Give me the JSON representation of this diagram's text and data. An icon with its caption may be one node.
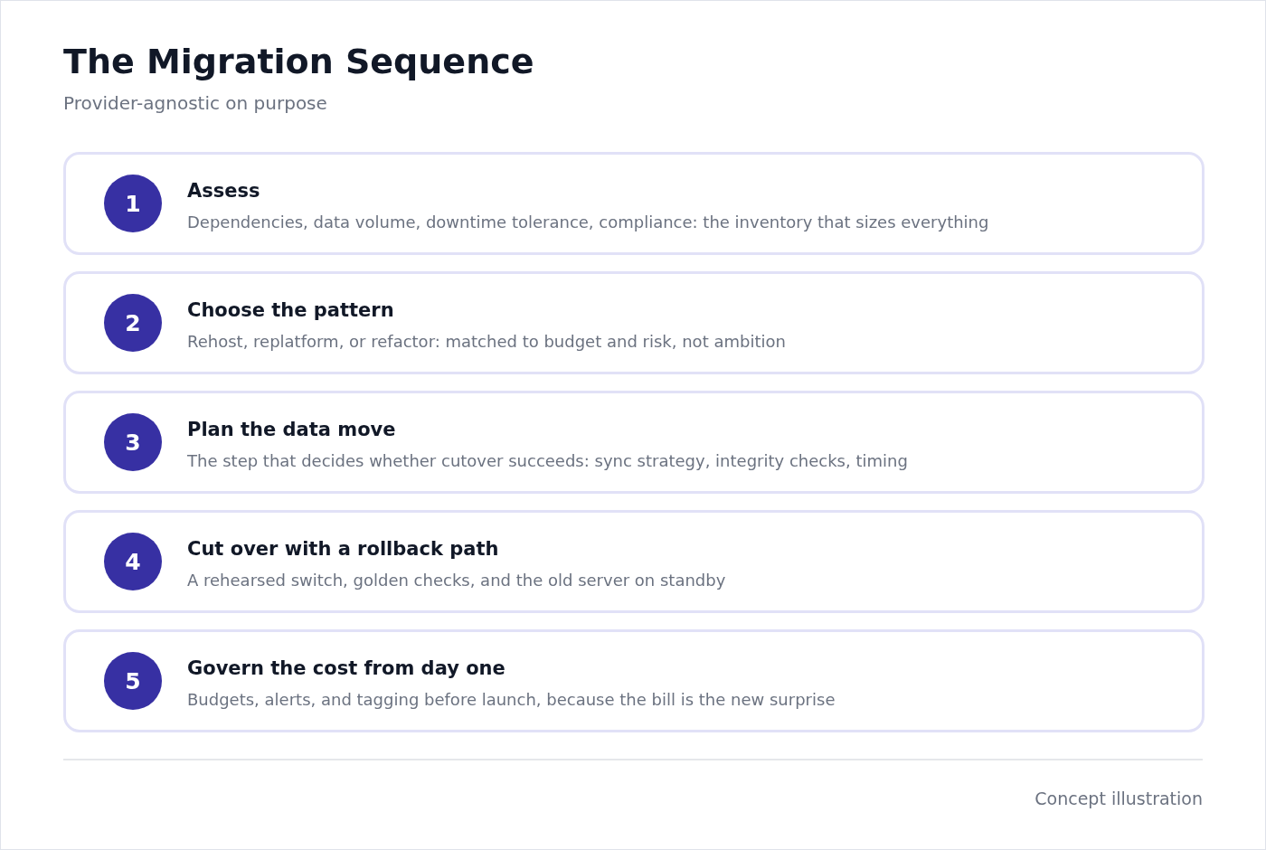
{
  "diagram": {
    "title": "The Migration Sequence",
    "caption": "Provider-agnostic on purpose",
    "nodes": [
      {
        "text": [
          "Assess",
          "Dependencies, data volume, downtime tolerance, compliance: the inventory that sizes everything"
        ]
      },
      {
        "text": [
          "1"
        ],
        "in": 0
      },
      {
        "text": [
          "Choose the pattern",
          "Rehost, replatform, or refactor: matched to budget and risk, not ambition"
        ]
      },
      {
        "text": [
          "2"
        ],
        "in": 2
      },
      {
        "text": [
          "Plan the data move",
          "The step that decides whether cutover succeeds: sync strategy, integrity checks, timing"
        ]
      },
      {
        "text": [
          "3"
        ],
        "in": 4
      },
      {
        "text": [
          "Cut over with a rollback path",
          "A rehearsed switch, golden checks, and the old server on standby"
        ]
      },
      {
        "text": [
          "4"
        ],
        "in": 6
      },
      {
        "text": [
          "Govern the cost from day one",
          "Budgets, alerts, and tagging before launch, because the bill is the new surprise"
        ]
      },
      {
        "text": [
          "5"
        ],
        "in": 8
      }
    ],
    "labels": [
      "Concept illustration"
    ]
  }
}
